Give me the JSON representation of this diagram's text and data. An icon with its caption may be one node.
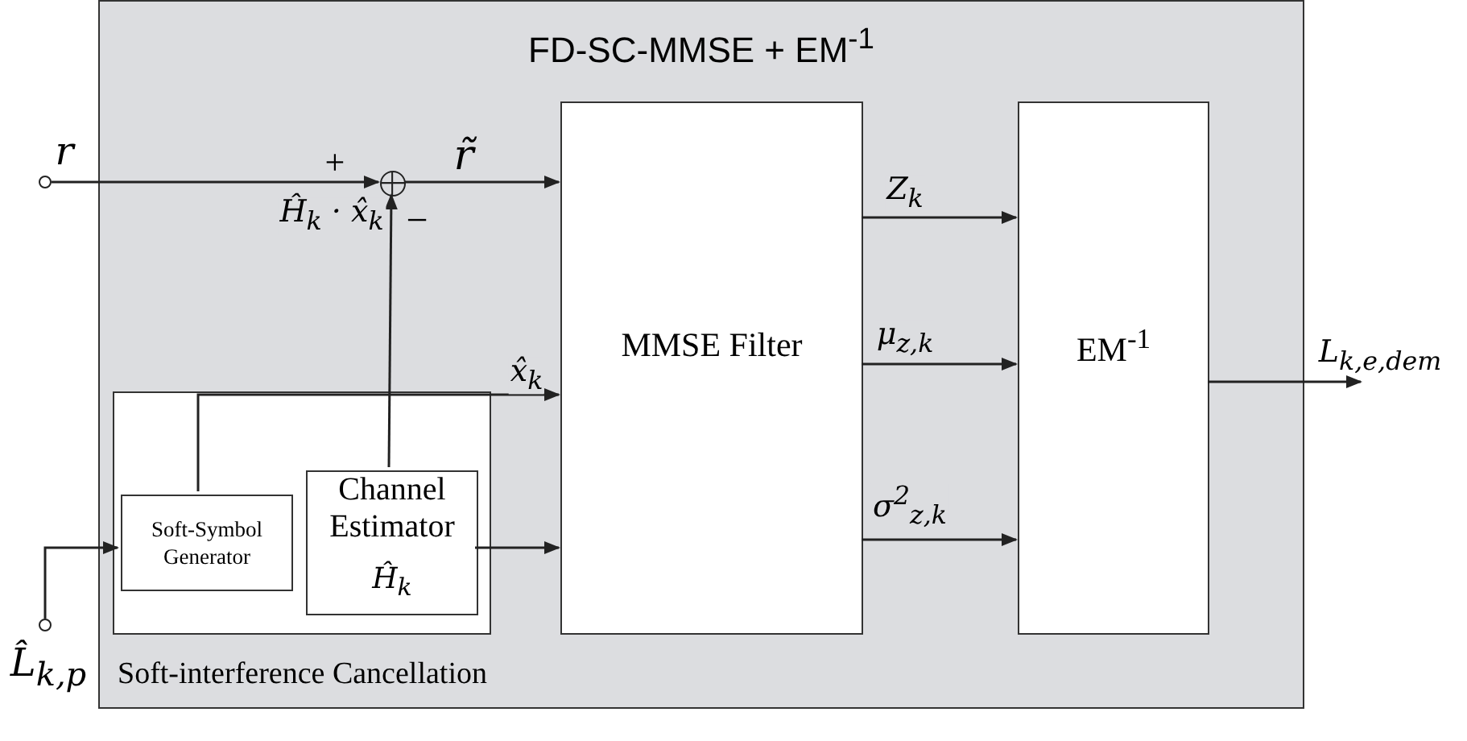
{
  "diagram": {
    "nodes": [
      {
        "text": [
          "FD-SC-MMSE + EM$^{-1}$"
        ]
      },
      {
        "text": [
          "Soft-interference Cancellation"
        ],
        "in": 0
      },
      {
        "text": [
          "Soft-Symbol Generator"
        ],
        "in": 1
      },
      {
        "text": [
          "Channel Estimator",
          "Ĥ$_{k}$"
        ],
        "in": 1
      },
      {
        "text": [
          "MMSE Filter"
        ],
        "in": 0
      },
      {
        "text": [
          "EM$^{-1}$"
        ],
        "in": 0
      },
      {
        "text": [],
        "shape": "circle",
        "in": 0
      },
      {
        "text": [],
        "shape": "circle",
        "beside": [
          "r"
        ]
      },
      {
        "text": [],
        "shape": "circle",
        "beside": [
          "L̂$_{k,p}$"
        ]
      }
    ],
    "edges": [
      {
        "from": 7,
        "to": 6,
        "arrow": "to"
      },
      {
        "from": 6,
        "to": 4,
        "arrow": "to",
        "label": "r̃"
      },
      {
        "from": 3,
        "to": 6,
        "arrow": "to",
        "label": "Ĥ$_{k}$ · x̂$_{k}$"
      },
      {
        "from": 2,
        "to": 4,
        "arrow": "to",
        "label": "x̂$_{k}$"
      },
      {
        "from": 3,
        "to": 4,
        "arrow": "to"
      },
      {
        "from": 8,
        "to": 2,
        "arrow": "to"
      },
      {
        "from": 4,
        "to": 5,
        "arrow": "to",
        "label": "Z$_{k}$"
      },
      {
        "from": 4,
        "to": 5,
        "arrow": "to",
        "label": "μ$_{z,k}$"
      },
      {
        "from": 4,
        "to": 5,
        "arrow": "to",
        "label": "σ$^{2}$$_{z,k}$"
      },
      {
        "from": 5,
        "to": null,
        "arrow": "to",
        "label": "L$_{k,e,dem}$"
      }
    ],
    "labels": [
      "+",
      "−"
    ]
  }
}
